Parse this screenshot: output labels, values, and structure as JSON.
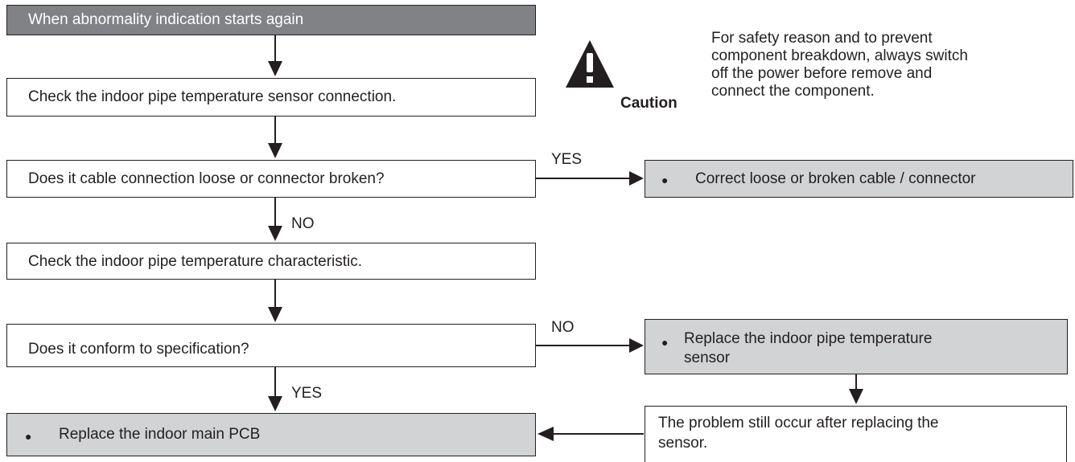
{
  "flow": {
    "start": "When abnormality indication starts again",
    "step1": "Check the indoor pipe temperature sensor connection.",
    "question1": "Does it cable connection loose or connector broken?",
    "q1_yes_label": "YES",
    "q1_no_label": "NO",
    "action1": "Correct loose or broken cable / connector",
    "step2": "Check the indoor pipe temperature characteristic.",
    "question2": "Does it conform to specification?",
    "q2_no_label": "NO",
    "q2_yes_label": "YES",
    "action2_line1": "Replace the indoor pipe temperature",
    "action2_line2": "sensor",
    "followup_line1": "The problem still occur after replacing the",
    "followup_line2": "sensor.",
    "final_action": "Replace the indoor main PCB",
    "bullet": "●"
  },
  "caution": {
    "label": "Caution",
    "lines": [
      "For safety reason and to prevent",
      "component breakdown, always switch",
      "off the power before remove and",
      "connect the component."
    ]
  },
  "colors": {
    "header_fill": "#808285",
    "action_fill": "#d1d3d4",
    "line": "#231f20"
  }
}
